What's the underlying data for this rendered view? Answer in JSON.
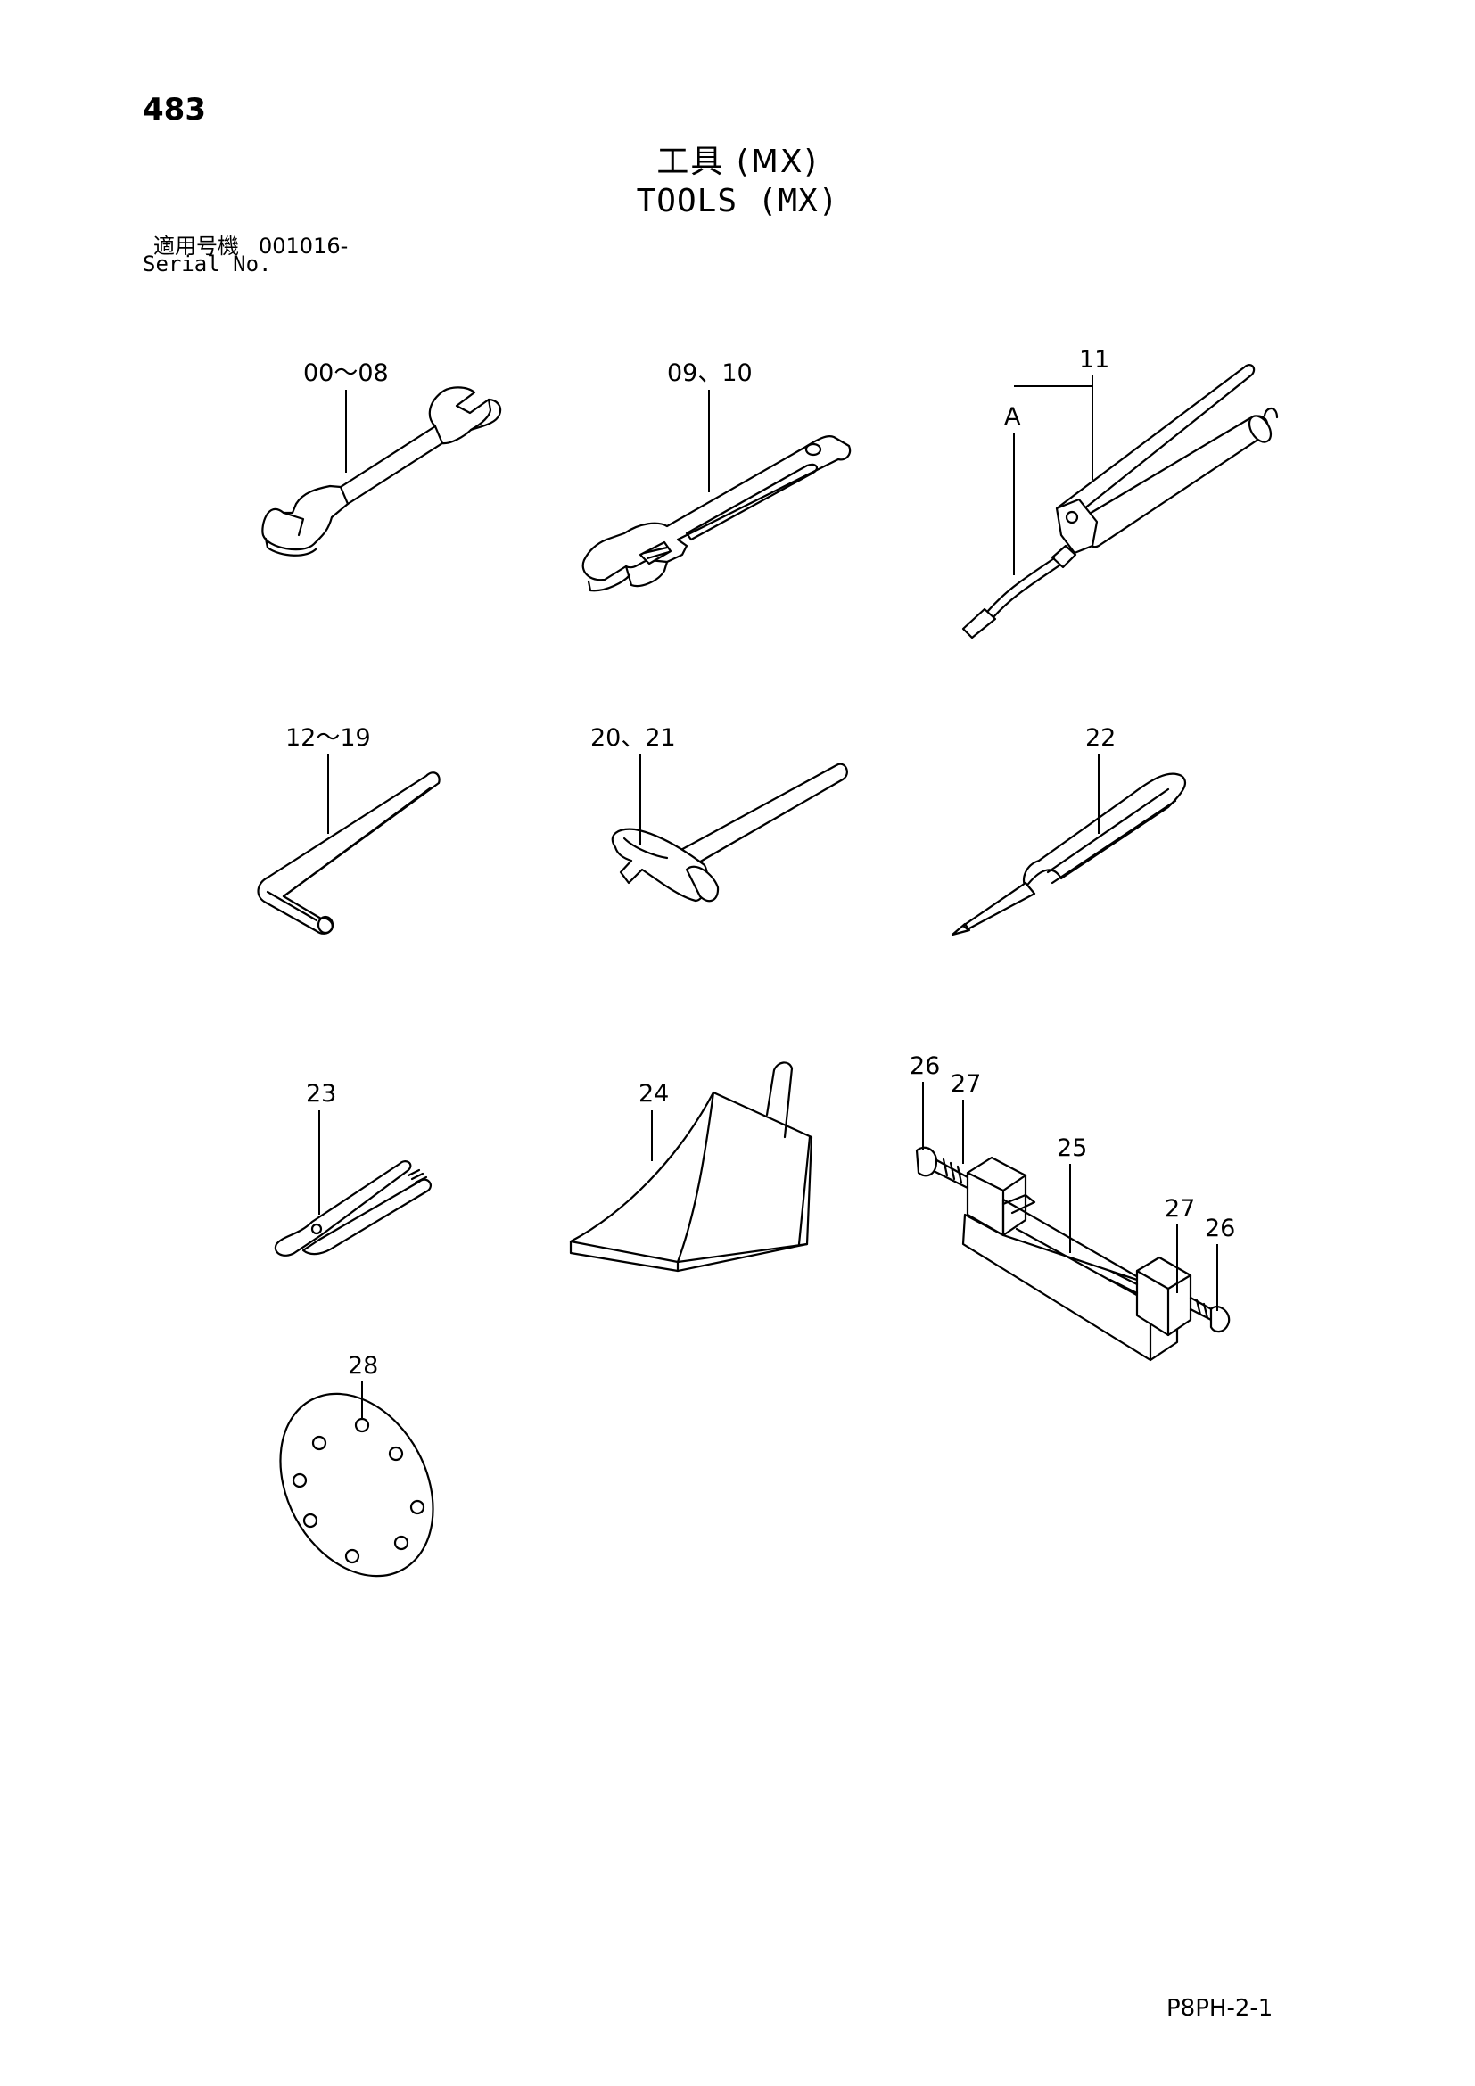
{
  "page_number": "483",
  "title": {
    "jp": "工具 (MX)",
    "en": "TOOLS (MX)"
  },
  "serial": {
    "label_jp": "適用号機",
    "value": "001016-",
    "label_en": "Serial No."
  },
  "callouts": {
    "wrench": "00～08",
    "adjustable_wrench": "09、10",
    "grease_gun": "11",
    "grease_gun_hose": "A",
    "hex_key": "12～19",
    "hammer": "20、21",
    "screwdriver": "22",
    "pliers": "23",
    "wheel_chock": "24",
    "puller_frame": "25",
    "puller_bolt_left": "26",
    "puller_nut_left": "27",
    "puller_nut_right": "27",
    "puller_bolt_right": "26",
    "plate": "28"
  },
  "footer_code": "P8PH-2-1"
}
